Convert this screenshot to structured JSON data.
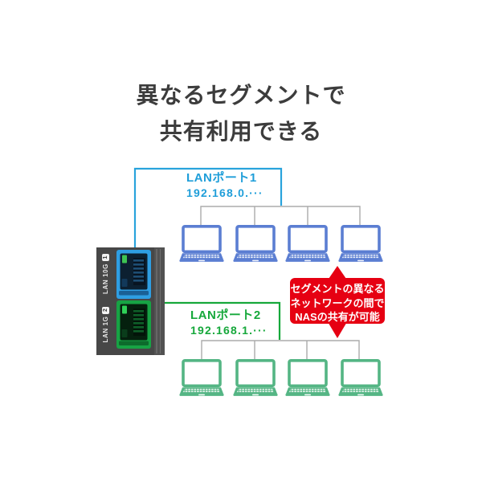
{
  "title": {
    "line1": "異なるセグメントで",
    "line2": "共有利用できる"
  },
  "device": {
    "kind": "NAS rear panel with two LAN ports",
    "body_color": "#474747",
    "ports": [
      {
        "label": "LAN 10G",
        "number": "1",
        "color": "#2e9ee3"
      },
      {
        "label": "LAN 1G",
        "number": "2",
        "color": "#17a344"
      }
    ]
  },
  "networks": [
    {
      "name": "LANポート1",
      "subnet": "192.168.0.···",
      "line_color": "#29a3dc",
      "laptop_color": "#5b7ed2",
      "laptop_count": 4
    },
    {
      "name": "LANポート2",
      "subnet": "192.168.1.···",
      "line_color": "#16a83b",
      "laptop_color": "#54b584",
      "laptop_count": 4
    }
  ],
  "callout": {
    "color": "#e60012",
    "lines": [
      "セグメントの異なる",
      "ネットワークの間で",
      "NASの共有が可能"
    ]
  }
}
